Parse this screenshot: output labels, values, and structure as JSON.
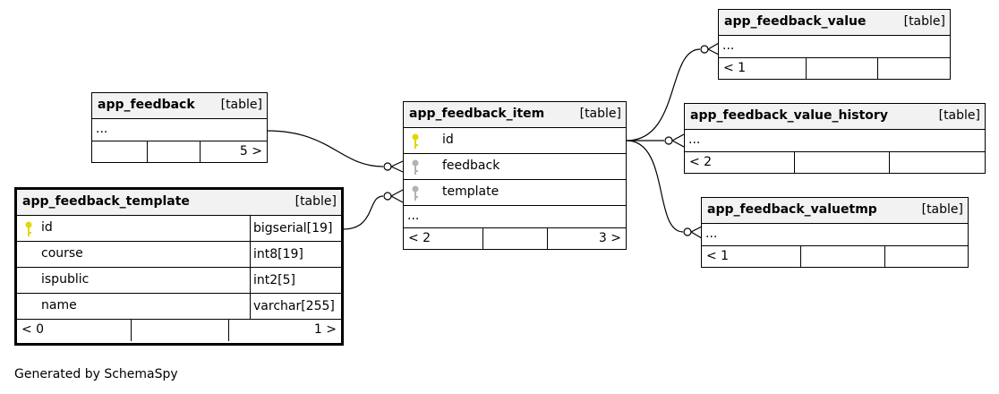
{
  "tables": {
    "feedback": {
      "name": "app_feedback",
      "kind": "[table]",
      "more": "...",
      "foot_left": "",
      "foot_right": "5 >"
    },
    "template": {
      "name": "app_feedback_template",
      "kind": "[table]",
      "rows": [
        {
          "col": "id",
          "type": "bigserial[19]",
          "key": "primary"
        },
        {
          "col": "course",
          "type": "int8[19]",
          "key": ""
        },
        {
          "col": "ispublic",
          "type": "int2[5]",
          "key": ""
        },
        {
          "col": "name",
          "type": "varchar[255]",
          "key": ""
        }
      ],
      "foot_left": "< 0",
      "foot_right": "1 >"
    },
    "item": {
      "name": "app_feedback_item",
      "kind": "[table]",
      "rows": [
        {
          "col": "id",
          "key": "primary"
        },
        {
          "col": "feedback",
          "key": "foreign"
        },
        {
          "col": "template",
          "key": "foreign"
        }
      ],
      "more": "...",
      "foot_left": "< 2",
      "foot_right": "3 >"
    },
    "value": {
      "name": "app_feedback_value",
      "kind": "[table]",
      "more": "...",
      "foot_left": "< 1",
      "foot_right": ""
    },
    "history": {
      "name": "app_feedback_value_history",
      "kind": "[table]",
      "more": "...",
      "foot_left": "< 2",
      "foot_right": ""
    },
    "valuetmp": {
      "name": "app_feedback_valuetmp",
      "kind": "[table]",
      "more": "...",
      "foot_left": "< 1",
      "foot_right": ""
    }
  },
  "colors": {
    "primary_key": "#e0d800",
    "foreign_key": "#b3b3b3",
    "header_bg": "#f2f2f2"
  },
  "footer": {
    "generated_by": "Generated by SchemaSpy"
  }
}
